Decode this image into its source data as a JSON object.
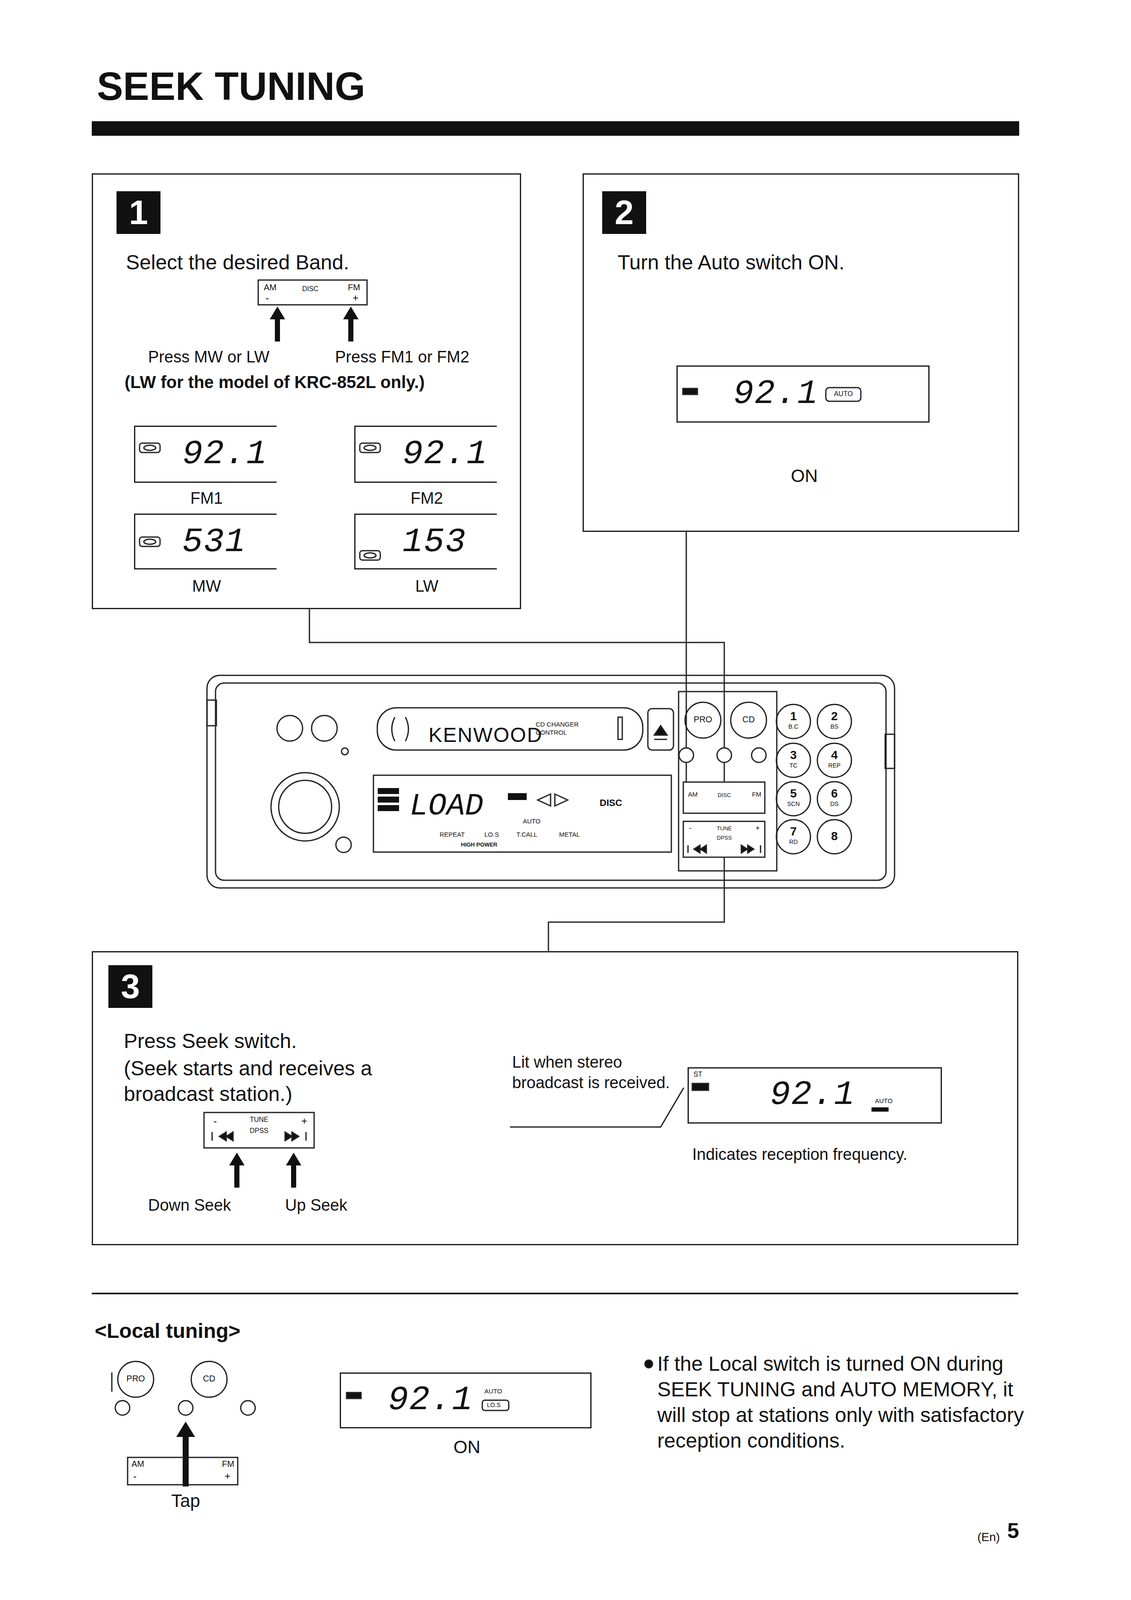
{
  "diagram": {
    "title": "SEEK TUNING",
    "nodes": [
      {
        "text": [
          "1",
          "Select the desired Band."
        ]
      },
      {
        "text": [
          "92.1",
          "FM1"
        ],
        "in": 0
      },
      {
        "text": [
          "92.1",
          "FM2"
        ],
        "in": 0
      },
      {
        "text": [
          "531",
          "MW"
        ],
        "in": 0
      },
      {
        "text": [
          "153",
          "LW"
        ],
        "in": 0
      },
      {
        "text": [
          "2",
          "Turn the Auto switch ON."
        ]
      },
      {
        "text": [
          "92.1",
          "ON"
        ],
        "in": 5
      },
      {
        "text": [
          "KENWOOD"
        ]
      },
      {
        "text": [
          "3",
          "Press Seek switch.",
          "(Seek starts and receives a broadcast station.)"
        ]
      },
      {
        "text": [
          "92.1",
          "Indicates reception frequency."
        ],
        "in": 8
      },
      {
        "text": [
          "92.1",
          "ON"
        ]
      }
    ],
    "edges": [
      {
        "from": 0,
        "to": 7,
        "arrow": "none"
      },
      {
        "from": 5,
        "to": 7,
        "arrow": "none"
      },
      {
        "from": 8,
        "to": 7,
        "arrow": "none"
      }
    ],
    "labels": [
      "Press MW or LW",
      "Press FM1 or FM2",
      "(LW for the model of KRC-852L only.)",
      "AM",
      "DISC",
      "FM",
      "-",
      "+",
      "AUTO",
      "CD CHANGER CONTROL",
      "LOAD",
      "AUTO",
      "DISC",
      "REPEAT",
      "LO.S",
      "T.CALL",
      "METAL",
      "HIGH POWER",
      "PRO",
      "CD",
      "AM",
      "DISC",
      "FM",
      "-",
      "TUNE",
      "+",
      "DPSS",
      "1",
      "B.C",
      "2",
      "BS",
      "3",
      "TC",
      "4",
      "REP",
      "5",
      "SCN",
      "6",
      "DS",
      "7",
      "RD",
      "8",
      "-",
      "TUNE",
      "+",
      "DPSS",
      "Down Seek",
      "Up Seek",
      "Lit when stereo broadcast is received.",
      "ST",
      "AUTO",
      "<Local tuning>",
      "PRO",
      "CD",
      "AM",
      "FM",
      "-",
      "+",
      "Tap",
      "AUTO",
      "LO.S",
      "If the Local switch is turned ON during SEEK TUNING and AUTO MEMORY, it will stop at stations only with satisfactory reception conditions.",
      "(En)",
      "5"
    ]
  }
}
